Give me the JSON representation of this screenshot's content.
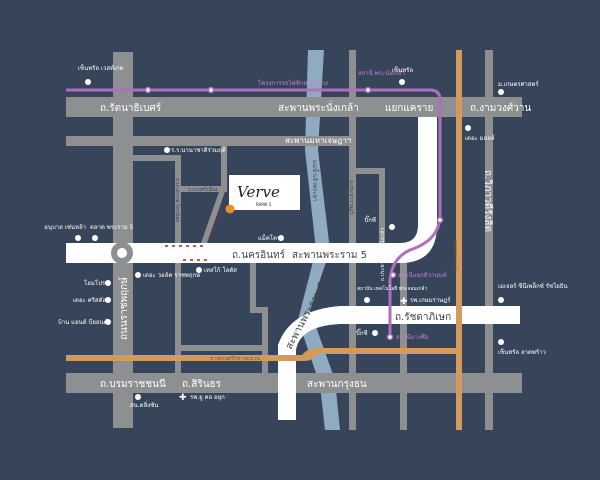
{
  "colors": {
    "background": "#364559",
    "road": "#8e8f91",
    "main_road": "#ffffff",
    "river": "#8fabc2",
    "purple_line": "#b06fbd",
    "orange_line": "#d39a5b",
    "marker": "#f08a2a"
  },
  "logo": {
    "brand": "Verve",
    "sub": "RAMA 5"
  },
  "roads": {
    "rattanathibet": "ถ.รัตนาธิเบศร์",
    "phra_nang_klao": "สะพานพระนั่งเกล้า",
    "khae_rai": "แยกแคราย",
    "ngam_wong_wan": "ถ.งามวงศ์วาน",
    "maha_chesada": "สะพานมหาเจษฎาฯ",
    "nakhon_in": "ถ.นครอินทร์",
    "rama5_bridge": "สะพานพระราม 5",
    "ratchaphruek": "ถนนราชพฤกษ์",
    "borommaratchachonnani": "ถ.บรมราชชนนี",
    "sirindhorn": "ถ.สิรินธร",
    "krung_thon": "สะพานกรุงธน",
    "rama7_bridge": "สะพานพระราม 7",
    "ratchadaphisek": "ถ.รัชดาภิเษก",
    "vibhavadi": "ถ.วิภาวดีรังสิต",
    "bang_kruai_sainoi": "ถ.บางกรวย-ไทรน้อย",
    "bang_si_thong": "ถ.บางศรีเมือง",
    "chao_phraya": "แม่น้ำเจ้าพระยา",
    "pracharat": "ถ.ประชาราษฎร์",
    "pracharat_bamphen": "ถ.ประชาชื่น-พระนั่งเกล้า",
    "chatuchak": "ถ.กำแพงเพชร"
  },
  "lines": {
    "purple": "โครงการรถไฟฟ้าสายสีม่วง",
    "orange": "ทางด่วนศรีรัช-วงแหวน",
    "purple_station1": "สถานี พระนั่งเกล้า",
    "purple_station2": "สถานีแยกติวานนท์",
    "purple_station3": "สถานีบางซื่อ"
  },
  "places": {
    "central_westgate": "เซ็นทรัล เวสต์เกต",
    "central_rattana": "เซ็นทรัล",
    "major": "ม.เกษตรศาสตร์",
    "the_mall": "เดอะ มอลล์",
    "school": "ร.ร.นานาชาติร่วมฤดี",
    "index": "อนุบาล เซ่นหล้า",
    "talat": "ตลาด พระราม 5",
    "makro": "แม็คโคร",
    "homepro": "โฮมโปร",
    "the_crystal": "เดอะ คริสตัล",
    "ban_and_beyond": "บ้าน แอนด์ บียอนด์",
    "walk": "เดอะ วอล์ค ราชพฤกษ์",
    "tesco": "เทสโก้ โลตัส",
    "big_c": "บิ๊กซี",
    "big_c2": "บิ๊กซี",
    "school2": "สถาบัน เทคโนโลยี พระจอมเกล้า",
    "hospital_pracharat": "รพ.เกษมราษฎร์",
    "union_mall": "เมเจอร์ ซีนีเพล็กซ์ รัชโยธิน",
    "central_ladprao": "เซ็นทรัล ลาดพร้าว",
    "bangkok_uni": "สน.ตลิ่งชัน",
    "hospital_thon": "รพ.ยู คอ อยุก"
  }
}
